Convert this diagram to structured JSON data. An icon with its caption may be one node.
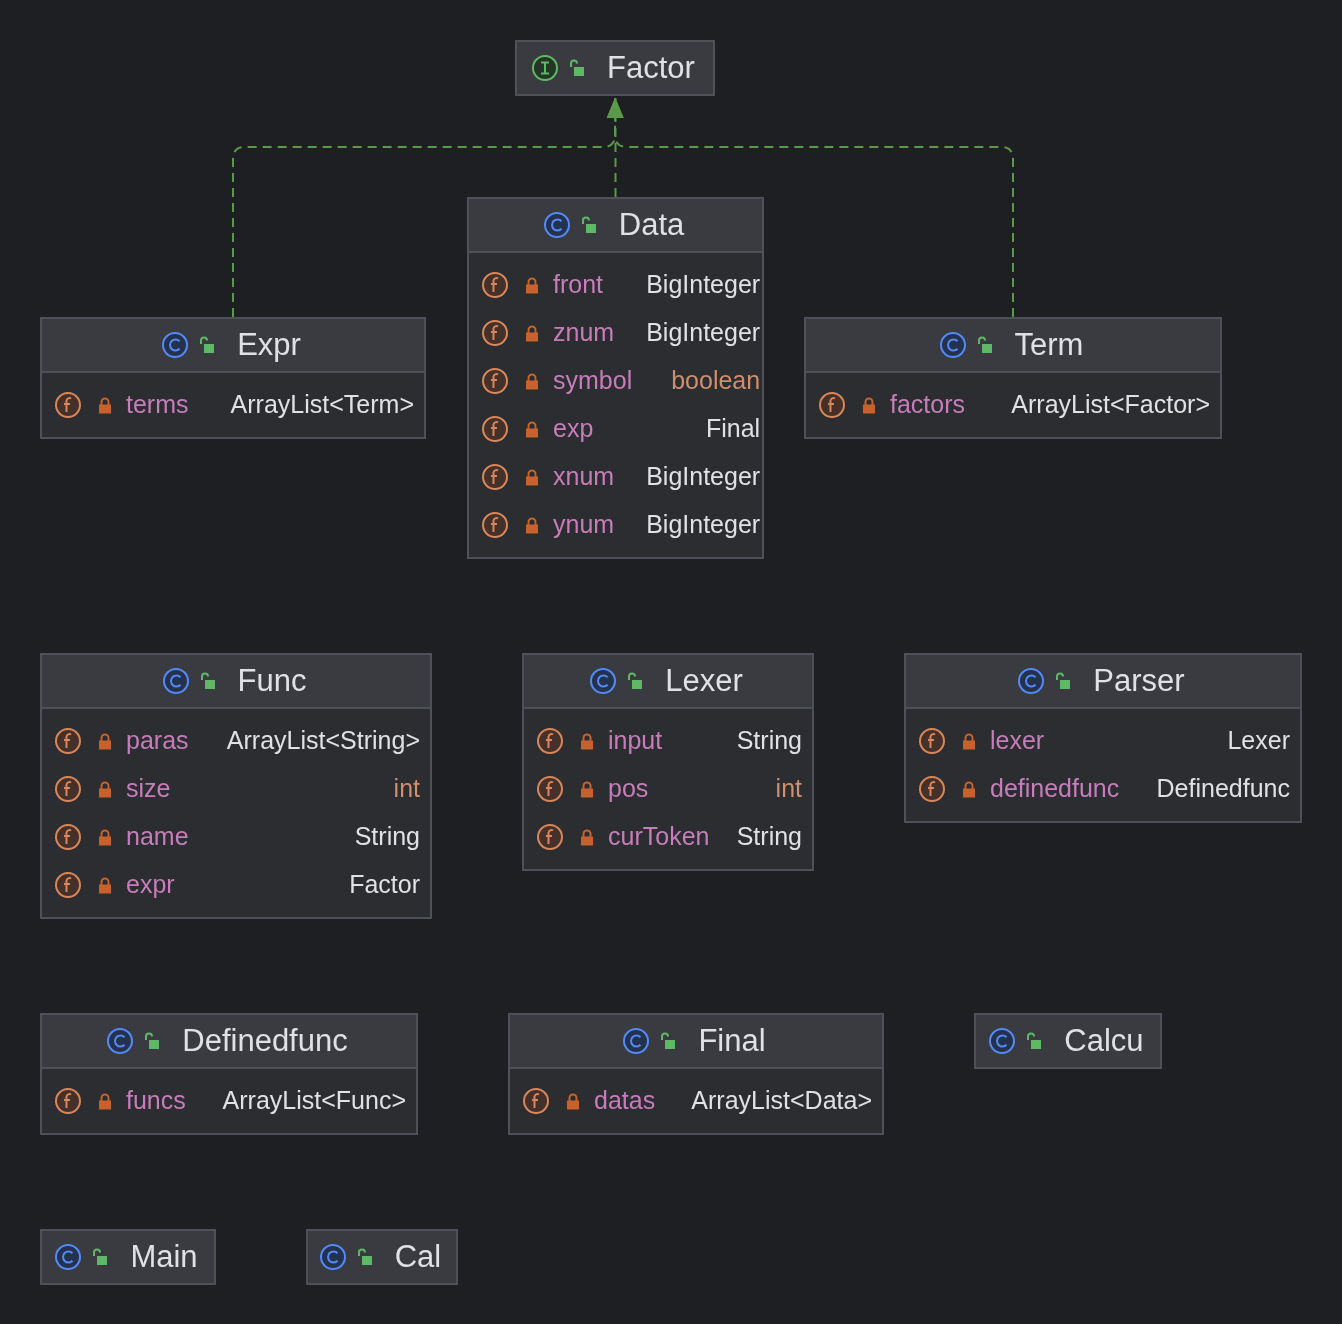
{
  "diagram": {
    "nodes": [
      {
        "text": [
          "Factor"
        ]
      },
      {
        "text": [
          "Data"
        ]
      },
      {
        "text": [
          "front",
          "BigInteger",
          "znum",
          "BigInteger",
          "symbol",
          "boolean",
          "exp",
          "Final",
          "xnum",
          "BigInteger",
          "ynum",
          "BigInteger"
        ],
        "in": 1
      },
      {
        "text": [
          "Expr"
        ]
      },
      {
        "text": [
          "terms",
          "ArrayList<Term>"
        ],
        "in": 3
      },
      {
        "text": [
          "Term"
        ]
      },
      {
        "text": [
          "factors",
          "ArrayList<Factor>"
        ],
        "in": 5
      },
      {
        "text": [
          "Func"
        ]
      },
      {
        "text": [
          "paras",
          "ArrayList<String>",
          "size",
          "int",
          "name",
          "String",
          "expr",
          "Factor"
        ],
        "in": 7
      },
      {
        "text": [
          "Lexer"
        ]
      },
      {
        "text": [
          "input",
          "String",
          "pos",
          "int",
          "curToken",
          "String"
        ],
        "in": 9
      },
      {
        "text": [
          "Parser"
        ]
      },
      {
        "text": [
          "lexer",
          "Lexer",
          "definedfunc",
          "Definedfunc"
        ],
        "in": 11
      },
      {
        "text": [
          "Definedfunc"
        ]
      },
      {
        "text": [
          "funcs",
          "ArrayList<Func>"
        ],
        "in": 13
      },
      {
        "text": [
          "Final"
        ]
      },
      {
        "text": [
          "datas",
          "ArrayList<Data>"
        ],
        "in": 15
      },
      {
        "text": [
          "Calcu"
        ]
      },
      {
        "text": [
          "Main"
        ]
      },
      {
        "text": [
          "Cal"
        ]
      }
    ],
    "edges": [
      {
        "from": 3,
        "to": 0,
        "arrow": "to",
        "style": "dashed"
      },
      {
        "from": 1,
        "to": 0,
        "arrow": "to",
        "style": "dashed"
      },
      {
        "from": 5,
        "to": 0,
        "arrow": "to",
        "style": "dashed"
      }
    ]
  }
}
